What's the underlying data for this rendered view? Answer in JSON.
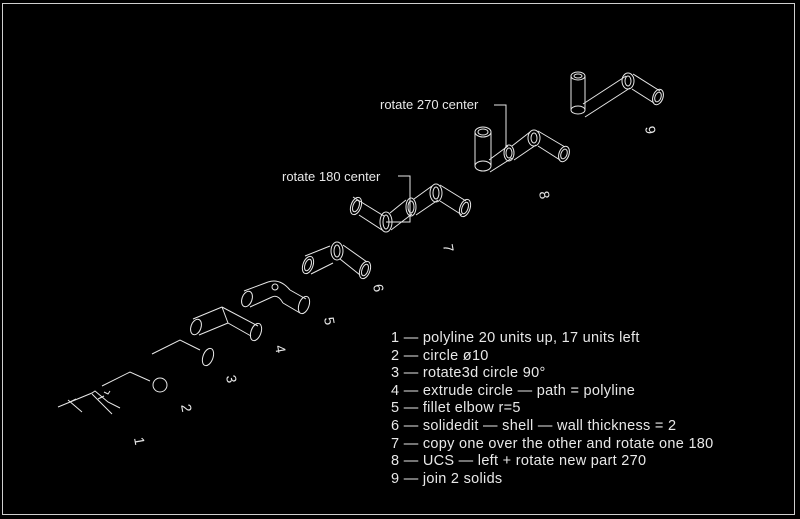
{
  "notes": [
    "1 — polyline 20 units up, 17 units left",
    "2 — circle ø10",
    "3 — rotate3d circle 90°",
    "4 — extrude circle — path = polyline",
    "5 — fillet elbow r=5",
    "6 — solidedit — shell — wall thickness = 2",
    "7 — copy one over the other and rotate one 180",
    "8 — UCS — left + rotate new part 270",
    "9 — join 2 solids"
  ],
  "callouts": {
    "rotate180": "rotate 180 center",
    "rotate270": "rotate 270 center"
  },
  "step_numbers": [
    "1",
    "2",
    "3",
    "4",
    "5",
    "6",
    "7",
    "8",
    "9"
  ],
  "colors": {
    "background": "#000000",
    "linework": "#e8e8e8"
  }
}
